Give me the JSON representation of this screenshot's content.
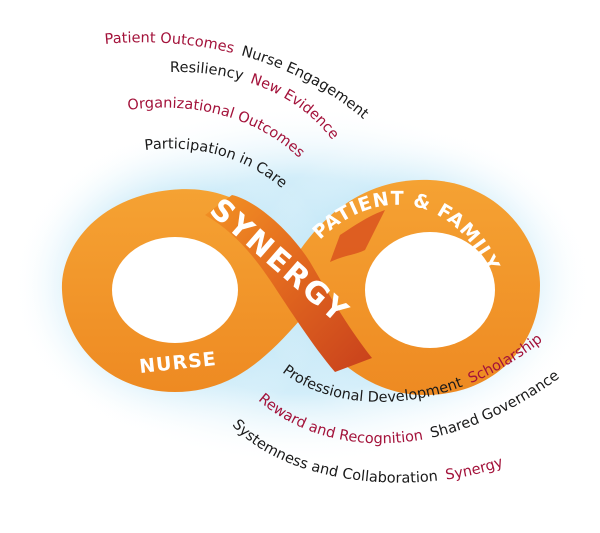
{
  "infinity": {
    "synergy_label": "SYNERGY",
    "nurse_label": "NURSE",
    "patient_family_label": "PATIENT & FAMILY"
  },
  "top_terms": [
    {
      "text": "Patient Outcomes",
      "color": "red"
    },
    {
      "text": "Nurse Engagement",
      "color": "dark"
    },
    {
      "text": "Resiliency",
      "color": "dark"
    },
    {
      "text": "New Evidence",
      "color": "red"
    },
    {
      "text": "Organizational Outcomes",
      "color": "red"
    },
    {
      "text": "Participation in Care",
      "color": "dark"
    }
  ],
  "bottom_terms": [
    {
      "text": "Professional Development",
      "color": "dark"
    },
    {
      "text": "Scholarship",
      "color": "red"
    },
    {
      "text": "Reward and Recognition",
      "color": "red"
    },
    {
      "text": "Shared Governance",
      "color": "dark"
    },
    {
      "text": "Systemness and Collaboration",
      "color": "dark"
    },
    {
      "text": "Synergy",
      "color": "red"
    }
  ],
  "colors": {
    "orange": "#f39324",
    "orange_dark": "#d9531e",
    "glow": "#a9dcf2",
    "red_text": "#a3123a",
    "dark_text": "#1a1a1a"
  }
}
